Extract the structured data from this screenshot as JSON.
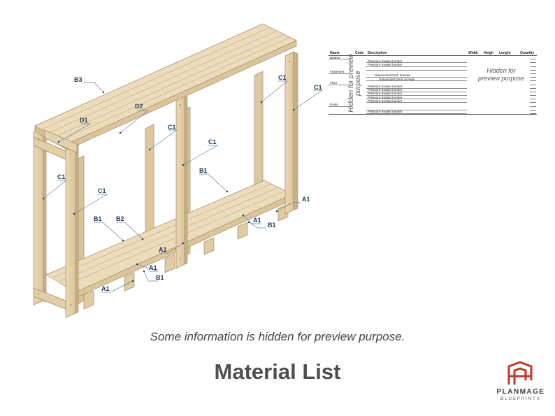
{
  "callouts": [
    {
      "label": "B3"
    },
    {
      "label": "D2"
    },
    {
      "label": "D1"
    },
    {
      "label": "C1"
    },
    {
      "label": "C1"
    },
    {
      "label": "C1"
    },
    {
      "label": "C1"
    },
    {
      "label": "C1"
    },
    {
      "label": "C1"
    },
    {
      "label": "B1"
    },
    {
      "label": "A1"
    },
    {
      "label": "A1"
    },
    {
      "label": "B1"
    },
    {
      "label": "B1"
    },
    {
      "label": "B2"
    },
    {
      "label": "A1"
    },
    {
      "label": "A1"
    },
    {
      "label": "B1"
    },
    {
      "label": "A1"
    }
  ],
  "material_table": {
    "headers": [
      "Name",
      "Code",
      "Description",
      "Width",
      "Heigh",
      "Lenght",
      "Quantity"
    ],
    "rows": [
      {
        "category": "Beams",
        "description": ""
      },
      {
        "category": "",
        "description": "Pressure treated lumber"
      },
      {
        "category": "",
        "description": "Pressure treated lumber"
      },
      {
        "category": "",
        "description": ""
      },
      {
        "category": "Fasteners",
        "description": ""
      },
      {
        "category": "",
        "description": "Galvanized Deck Screws"
      },
      {
        "category": "",
        "description": "Galvanized Deck Screws"
      },
      {
        "category": "Floor",
        "description": ""
      },
      {
        "category": "",
        "description": "Pressure treated lumber"
      },
      {
        "category": "",
        "description": "Pressure treated lumber"
      },
      {
        "category": "",
        "description": "Pressure treated lumber"
      },
      {
        "category": "",
        "description": "Pressure treated lumber"
      },
      {
        "category": "",
        "description": "Pressure treated lumber"
      },
      {
        "category": "Posts",
        "description": ""
      },
      {
        "category": "",
        "description": ""
      },
      {
        "category": "",
        "description": "Pressure treated lumber"
      }
    ],
    "hidden_vertical": "Hidden for preview purpose",
    "hidden_side": "Hidden for preview purpose"
  },
  "preview_note": "Some information is hidden for preview purpose.",
  "title": "Material List",
  "logo": {
    "name": "PLANMAGE",
    "sub": "BLUEPRINTS",
    "color": "#c0392b"
  },
  "colors": {
    "wood_top": "#ecdcbc",
    "wood_front": "#e3cfa8",
    "wood_side": "#d6bf92",
    "edge": "#9c8a6a",
    "callout": "#1f3550"
  }
}
